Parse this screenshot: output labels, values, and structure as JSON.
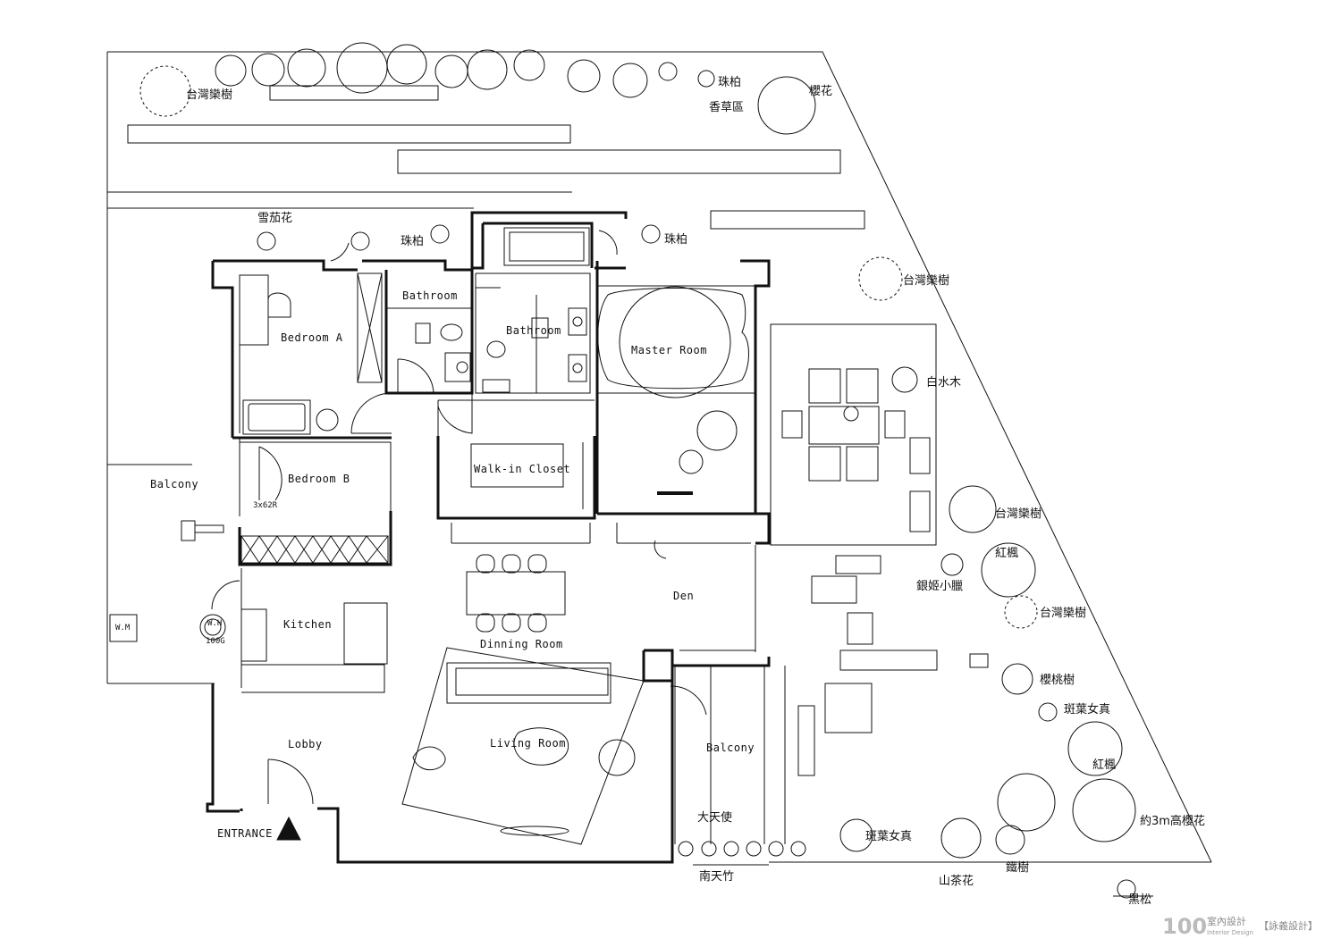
{
  "rooms": {
    "bedroom_a": "Bedroom A",
    "bedroom_b": "Bedroom B",
    "bathroom_1": "Bathroom",
    "bathroom_2": "Bathroom",
    "master_room": "Master Room",
    "walk_in_closet": "Walk-in Closet",
    "balcony_west": "Balcony",
    "kitchen": "Kitchen",
    "dining_room": "Dinning Room",
    "den": "Den",
    "living_room": "Living Room",
    "lobby": "Lobby",
    "balcony_south": "Balcony",
    "entrance": "ENTRANCE"
  },
  "fixtures": {
    "wm": "W.M",
    "wh": "W.H",
    "wh_capacity": "100G",
    "ladder": "3x62R"
  },
  "plants": {
    "taiwan_maple_1": "台灣欒樹",
    "juniper_1": "珠柏",
    "herb_area": "香草區",
    "cherry_1": "櫻花",
    "gardenia": "雪茄花",
    "juniper_2": "珠柏",
    "juniper_3": "珠柏",
    "taiwan_maple_2": "台灣欒樹",
    "white_water_wood": "白水木",
    "taiwan_maple_3": "台灣欒樹",
    "red_maple_1": "紅楓",
    "silver_princess": "銀姬小臘",
    "taiwan_maple_4": "台灣欒樹",
    "cherry_tree": "櫻桃樹",
    "variegated_privet_1": "斑葉女真",
    "red_maple_2": "紅楓",
    "tall_cherry": "約3m高櫻花",
    "angel": "大天使",
    "variegated_privet_2": "斑葉女真",
    "nandina": "南天竹",
    "camellia": "山茶花",
    "cycad": "鐵樹",
    "black_pine": "黑松"
  },
  "watermark": {
    "number": "100",
    "brand": "室內設計",
    "sub": "Interior Design",
    "designer": "【詠義設計】"
  }
}
